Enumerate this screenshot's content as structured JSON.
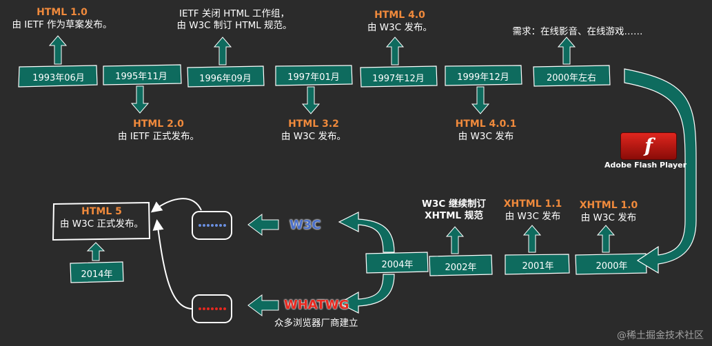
{
  "top_row": [
    {
      "date": "1993年06月",
      "version": "HTML 1.0",
      "desc": "由 IETF 作为草案发布。"
    },
    {
      "date": "1995年11月",
      "version": "HTML 2.0",
      "desc": "由 IETF 正式发布。"
    },
    {
      "date": "1996年09月",
      "version": "",
      "desc": "IETF 关闭 HTML 工作组，\n由 W3C 制订 HTML 规范。"
    },
    {
      "date": "1997年01月",
      "version": "HTML 3.2",
      "desc": "由 W3C 发布。"
    },
    {
      "date": "1997年12月",
      "version": "HTML 4.0",
      "desc": "由 W3C 发布。"
    },
    {
      "date": "1999年12月",
      "version": "HTML 4.0.1",
      "desc": "由 W3C 发布"
    },
    {
      "date": "2000年左右",
      "version": "",
      "desc": "需求：在线影音、在线游戏……"
    }
  ],
  "flash": {
    "logo_glyph": "f",
    "label": "Adobe Flash Player",
    "icon": "flash-logo-icon"
  },
  "bottom_row": [
    {
      "date": "2000年",
      "version": "XHTML 1.0",
      "desc": "由 W3C 发布"
    },
    {
      "date": "2001年",
      "version": "XHTML 1.1",
      "desc": "由 W3C 发布"
    },
    {
      "date": "2002年",
      "version": "",
      "desc": "W3C 继续制订\nXHTML 规范"
    },
    {
      "date": "2004年",
      "version": "",
      "desc": ""
    }
  ],
  "w3c": {
    "label": "W3C",
    "color": "#4a6fc9"
  },
  "whatwg": {
    "label": "WHATWG",
    "desc": "众多浏览器厂商建立",
    "color": "#e8281f"
  },
  "html5": {
    "version": "HTML 5",
    "desc": "由 W3C 正式发布。",
    "date": "2014年"
  },
  "watermark": "@稀土掘金技术社区",
  "colors": {
    "background": "#2b2b2b",
    "teal": "#0e6b5e",
    "version": "#f08a3c",
    "text": "#ffffff"
  }
}
